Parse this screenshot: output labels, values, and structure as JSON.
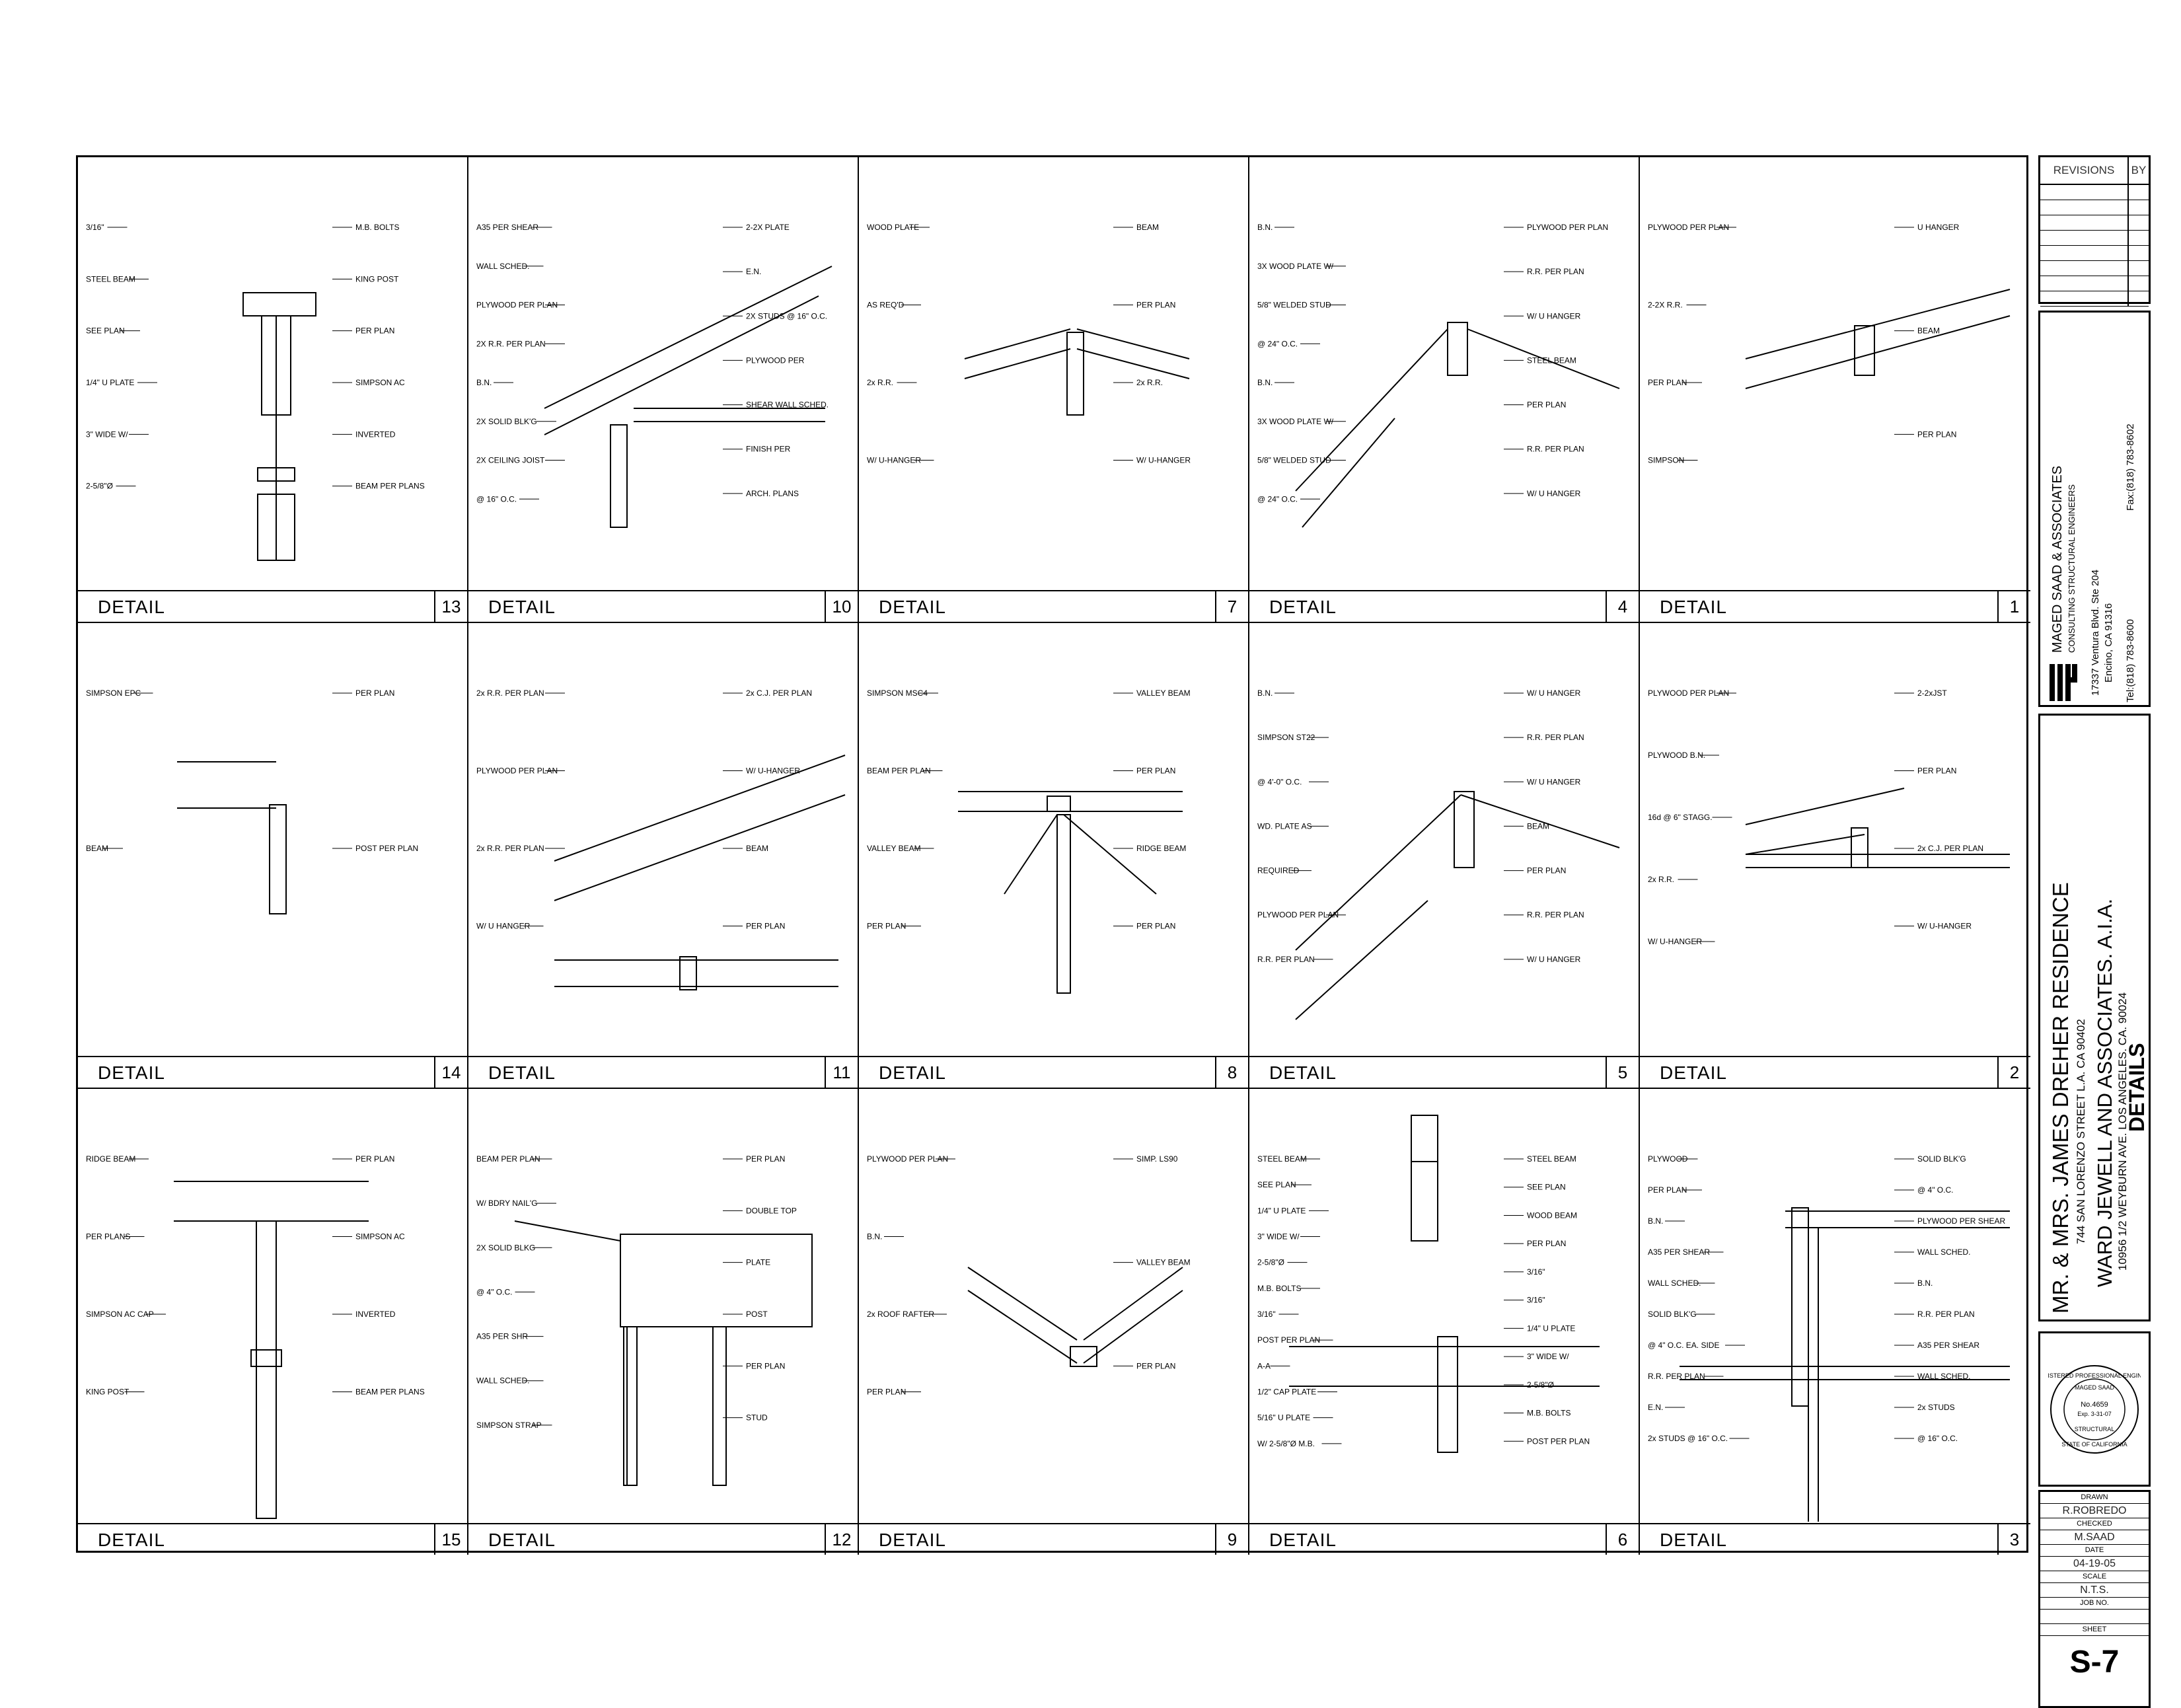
{
  "details": [
    {
      "title": "DETAIL",
      "number": "13",
      "labels": [
        "3/16\"",
        "STEEL BEAM",
        "SEE PLAN",
        "1/4\" U PLATE",
        "3\" WIDE W/",
        "2-5/8\"Ø",
        "M.B. BOLTS",
        "KING POST",
        "PER PLAN",
        "SIMPSON AC",
        "INVERTED",
        "BEAM PER PLANS"
      ]
    },
    {
      "title": "DETAIL",
      "number": "10",
      "labels": [
        "A35 PER SHEAR",
        "WALL SCHED.",
        "PLYWOOD PER PLAN",
        "2X R.R. PER PLAN",
        "B.N.",
        "2X SOLID BLK'G",
        "2X CEILING JOIST",
        "@ 16\" O.C.",
        "2-2X PLATE",
        "E.N.",
        "2X STUDS @ 16\" O.C.",
        "PLYWOOD PER",
        "SHEAR WALL SCHED.",
        "FINISH PER",
        "ARCH. PLANS"
      ]
    },
    {
      "title": "DETAIL",
      "number": "7",
      "labels": [
        "WOOD PLATE",
        "AS REQ'D",
        "2x R.R.",
        "W/ U-HANGER",
        "BEAM",
        "PER PLAN",
        "2x R.R.",
        "W/ U-HANGER"
      ]
    },
    {
      "title": "DETAIL",
      "number": "4",
      "labels": [
        "B.N.",
        "3X WOOD PLATE W/",
        "5/8\" WELDED STUD",
        "@ 24\" O.C.",
        "B.N.",
        "3X WOOD PLATE W/",
        "5/8\" WELDED STUD",
        "@ 24\" O.C.",
        "PLYWOOD PER PLAN",
        "R.R. PER PLAN",
        "W/ U HANGER",
        "STEEL BEAM",
        "PER PLAN",
        "R.R. PER PLAN",
        "W/ U HANGER"
      ]
    },
    {
      "title": "DETAIL",
      "number": "1",
      "labels": [
        "PLYWOOD PER PLAN",
        "2-2X R.R.",
        "PER PLAN",
        "SIMPSON",
        "U HANGER",
        "BEAM",
        "PER PLAN"
      ]
    },
    {
      "title": "DETAIL",
      "number": "14",
      "labels": [
        "SIMPSON EPC",
        "BEAM",
        "PER PLAN",
        "POST PER PLAN"
      ]
    },
    {
      "title": "DETAIL",
      "number": "11",
      "labels": [
        "2x R.R. PER PLAN",
        "PLYWOOD PER PLAN",
        "2x R.R. PER PLAN",
        "W/ U HANGER",
        "2x C.J. PER PLAN",
        "W/ U-HANGER",
        "BEAM",
        "PER PLAN"
      ]
    },
    {
      "title": "DETAIL",
      "number": "8",
      "labels": [
        "SIMPSON MSC4",
        "BEAM PER PLAN",
        "VALLEY BEAM",
        "PER PLAN",
        "VALLEY BEAM",
        "PER PLAN",
        "RIDGE BEAM",
        "PER PLAN"
      ]
    },
    {
      "title": "DETAIL",
      "number": "5",
      "labels": [
        "B.N.",
        "SIMPSON ST22",
        "@ 4'-0\" O.C.",
        "WD. PLATE AS",
        "REQUIRED",
        "PLYWOOD PER PLAN",
        "R.R. PER PLAN",
        "W/ U HANGER",
        "R.R. PER PLAN",
        "W/ U HANGER",
        "BEAM",
        "PER PLAN",
        "R.R. PER PLAN",
        "W/ U HANGER"
      ]
    },
    {
      "title": "DETAIL",
      "number": "2",
      "labels": [
        "PLYWOOD PER PLAN",
        "PLYWOOD B.N.",
        "16d @ 6\" STAGG.",
        "2x R.R.",
        "W/ U-HANGER",
        "2-2xJST",
        "PER PLAN",
        "2x C.J. PER PLAN",
        "W/ U-HANGER"
      ]
    },
    {
      "title": "DETAIL",
      "number": "15",
      "labels": [
        "RIDGE BEAM",
        "PER PLANS",
        "SIMPSON AC CAP",
        "KING POST",
        "PER PLAN",
        "SIMPSON AC",
        "INVERTED",
        "BEAM PER PLANS"
      ]
    },
    {
      "title": "DETAIL",
      "number": "12",
      "labels": [
        "BEAM PER PLAN",
        "W/ BDRY NAIL'G",
        "2X SOLID BLKG",
        "@ 4\" O.C.",
        "A35 PER SHR",
        "WALL SCHED.",
        "SIMPSON STRAP",
        "PER PLAN",
        "DOUBLE TOP",
        "PLATE",
        "POST",
        "PER PLAN",
        "STUD"
      ]
    },
    {
      "title": "DETAIL",
      "number": "9",
      "labels": [
        "PLYWOOD PER PLAN",
        "B.N.",
        "2x ROOF RAFTER",
        "PER PLAN",
        "SIMP. LS90",
        "VALLEY BEAM",
        "PER PLAN"
      ]
    },
    {
      "title": "DETAIL",
      "number": "6",
      "labels": [
        "STEEL BEAM",
        "SEE PLAN",
        "1/4\" U PLATE",
        "3\" WIDE W/",
        "2-5/8\"Ø",
        "M.B. BOLTS",
        "3/16\"",
        "POST PER PLAN",
        "A-A",
        "1/2\" CAP PLATE",
        "5/16\" U PLATE",
        "W/ 2-5/8\"Ø M.B.",
        "STEEL BEAM",
        "SEE PLAN",
        "WOOD BEAM",
        "PER PLAN",
        "3/16\"",
        "3/16\"",
        "1/4\" U PLATE",
        "3\" WIDE W/",
        "2-5/8\"Ø",
        "M.B. BOLTS",
        "POST PER PLAN"
      ]
    },
    {
      "title": "DETAIL",
      "number": "3",
      "labels": [
        "PLYWOOD",
        "PER PLAN",
        "B.N.",
        "A35 PER SHEAR",
        "WALL SCHED.",
        "SOLID BLK'G",
        "@ 4\" O.C. EA. SIDE",
        "R.R. PER PLAN",
        "E.N.",
        "2x STUDS @ 16\" O.C.",
        "SOLID BLK'G",
        "@ 4\" O.C.",
        "PLYWOOD PER SHEAR",
        "WALL SCHED.",
        "B.N.",
        "R.R. PER PLAN",
        "A35 PER SHEAR",
        "WALL SCHED.",
        "2x STUDS",
        "@ 16\" O.C."
      ]
    }
  ],
  "revisions": {
    "header": "REVISIONS",
    "by": "BY"
  },
  "firm": {
    "name": "MAGED SAAD & ASSOCIATES",
    "subtitle": "CONSULTING STRUCTURAL ENGINEERS",
    "address1": "17337 Ventura Blvd. Ste 204",
    "address2": "Encino, CA 91316",
    "tel": "Tel:(818) 783-8600",
    "fax": "Fax:(818) 783-8602"
  },
  "project": {
    "client": "MR. & MRS. JAMES DREHER  RESIDENCE",
    "client_address": "744 SAN LORENZO STREET L.A.  CA 90402",
    "architect": "WARD JEWELL AND ASSOCIATES. A.I.A.",
    "architect_address": "10956 1/2 WEYBURN AVE.  LOS ANGELES. CA. 90024",
    "sheet_title": "DETAILS"
  },
  "stamp": {
    "line1": "REGISTERED PROFESSIONAL ENGINEER",
    "line2": "MAGED SAAD",
    "line3": "No.4659",
    "line4": "Exp. 3-31-07",
    "line5": "STRUCTURAL",
    "line6": "STATE OF CALIFORNIA"
  },
  "drawn": {
    "drawn_label": "DRAWN",
    "drawn": "R.ROBREDO",
    "checked_label": "CHECKED",
    "checked": "M.SAAD",
    "date_label": "DATE",
    "date": "04-19-05",
    "scale_label": "SCALE",
    "scale": "N.T.S.",
    "job_label": "JOB NO.",
    "job": "",
    "sheet_label": "SHEET",
    "sheet": "S-7"
  }
}
